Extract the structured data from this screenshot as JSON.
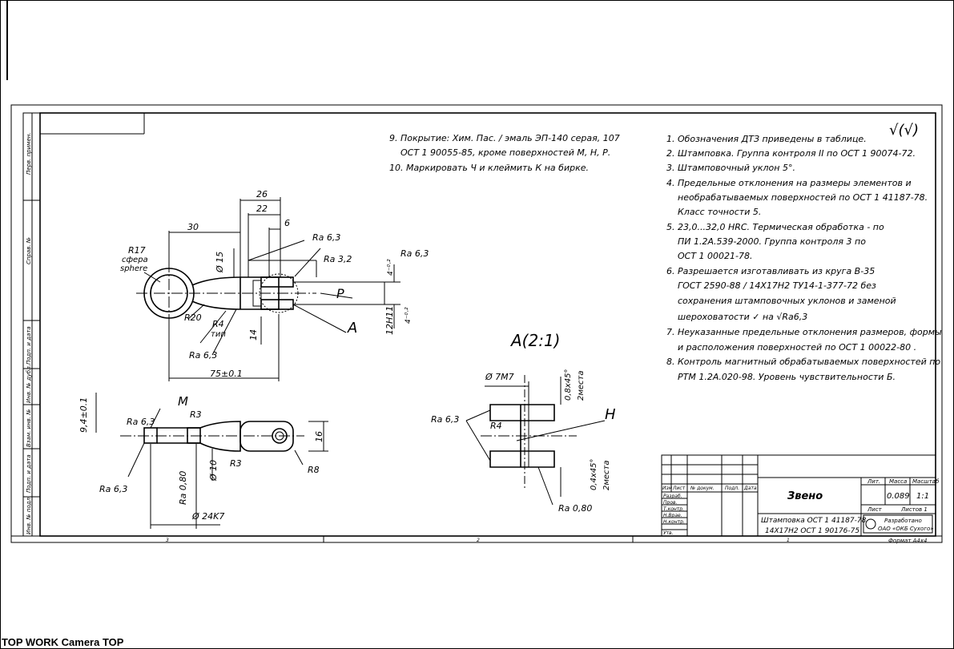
{
  "viewport_label": "TOP WORK Camera TOP",
  "notes_left": [
    "9. Покрытие: Хим. Пас. / эмаль ЭП-140 серая, 107",
    "ОСТ 1 90055-85, кроме поверхностей М, Н, Р.",
    "10. Маркировать Ч и клеймить К на бирке."
  ],
  "notes_right": [
    "1. Обозначения ДТЗ приведены в таблице.",
    "2. Штамповка. Группа контроля II по ОСТ 1 90074-72.",
    "3. Штамповочный уклон 5°.",
    "4. Предельные отклонения на размеры элементов и",
    "необрабатываемых поверхностей по ОСТ 1 41187-78.",
    "Класс точности 5.",
    "5. 23,0...32,0 HRC. Термическая обработка - по",
    "ПИ 1.2А.539-2000. Группа контроля 3 по",
    "ОСТ 1 00021-78.",
    "6. Разрешается изготавливать из круга В-35",
    "ГОСТ 2590-88 / 14Х17Н2 ТУ14-1-377-72 без",
    "сохранения штамповочных уклонов и заменой",
    "шероховатости ✓ на √Ra6,3",
    "7. Неуказанные предельные отклонения размеров, формы",
    "и расположения поверхностей по ОСТ 1 00022-80 .",
    "8. Контроль магнитный обрабатываемых поверхностей по",
    "РТМ 1.2А.020-98. Уровень чувствительности Б."
  ],
  "roughness_mark": "√(√)",
  "dims": {
    "d26": "26",
    "d22": "22",
    "d30": "30",
    "d6": "6",
    "ra63": "Ra 6,3",
    "ra32": "Ra 3,2",
    "d15": "Ø 15",
    "r17": "R17",
    "sfera": "сфера",
    "sphere": "sphere",
    "r20": "R20",
    "r4": "R4",
    "tip": "тип",
    "d14": "14",
    "d75": "75±0.1",
    "p": "P",
    "a": "A",
    "h12": "12H11",
    "tol_top": "4⁻⁰·²",
    "tol_bot": "4⁻⁰·²",
    "m": "M",
    "r3": "R3",
    "r3b": "R3",
    "r8": "R8",
    "d10": "Ø 10",
    "ra080": "Ra 0,80",
    "d24": "Ø 24K7",
    "d16": "16",
    "d94": "9,4±0.1",
    "detail": "A(2:1)",
    "d7m7": "Ø 7M7",
    "ch1": "0,8x45°",
    "ch1b": "2места",
    "ch2": "0,4x45°",
    "ch2b": "2места",
    "h": "H",
    "r4b": "R4"
  },
  "title_block": {
    "name": "Звено",
    "col_headers": [
      "Изм",
      "Лист",
      "№ докум.",
      "Подп.",
      "Дата"
    ],
    "rows": [
      "Разраб.",
      "Пров.",
      "Т.контр.",
      "Н.Врае.",
      "Н.контр.",
      "Утв."
    ],
    "lit": "Лит.",
    "massa": "Масса",
    "masshtab": "Масштаб",
    "mass_value": "0.089",
    "scale_value": "1:1",
    "list": "Лист",
    "listov": "Листов 1",
    "material_1": "Штамповка ОСТ 1 41187-78",
    "material_2": "14Х17Н2 ОСТ 1 90176-75",
    "org_1": "Разработано",
    "org_2": "ОАО «ОКБ Сухого»",
    "format": "Формат А4х4"
  },
  "side_stamp": [
    "Перв. примен.",
    "Справ. №",
    "Подп. и дата",
    "Инв. № дубл.",
    "Взам. инв. №",
    "Подп. и дата",
    "Инв. № подл."
  ],
  "zones": [
    "3",
    "2",
    "1"
  ]
}
